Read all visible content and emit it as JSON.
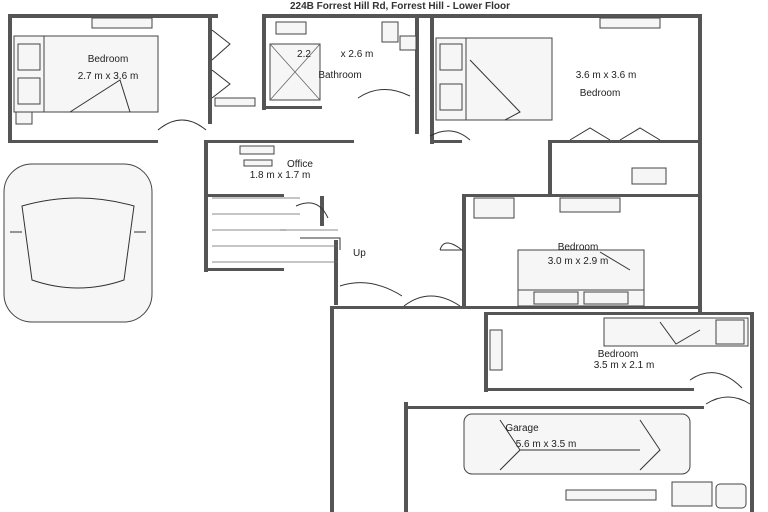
{
  "title": "224B Forrest Hill Rd, Forrest Hill - Lower Floor",
  "rooms": {
    "bedroom_nw": {
      "name": "Bedroom",
      "size": "2.7 m x 3.6 m"
    },
    "bathroom": {
      "name": "Bathroom",
      "width": "2.2",
      "length": "x 2.6 m"
    },
    "bedroom_ne": {
      "name": "Bedroom",
      "size": "3.6 m x 3.6 m"
    },
    "office": {
      "name": "Office",
      "size": "1.8 m x 1.7 m"
    },
    "bedroom_mid": {
      "name": "Bedroom",
      "size": "3.0 m x 2.9 m"
    },
    "bedroom_se": {
      "name": "Bedroom",
      "size": "3.5 m x 2.1 m"
    },
    "garage": {
      "name": "Garage",
      "size": "5.6 m x 3.5 m"
    }
  },
  "stairs_label": "Up"
}
